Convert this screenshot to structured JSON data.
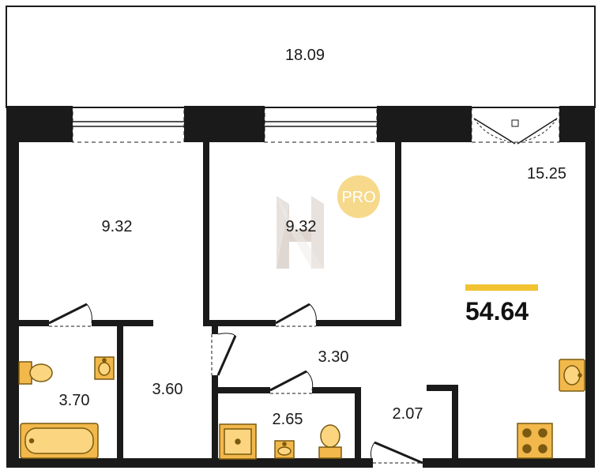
{
  "plan": {
    "total_area": "54.64",
    "badge": "PRO",
    "rooms": {
      "balcony": "18.09",
      "bedroom_left": "9.32",
      "bedroom_middle": "9.32",
      "kitchen_living": "15.25",
      "corridor": "3.30",
      "bathroom": "3.70",
      "hall_left": "3.60",
      "toilet": "2.65",
      "entry_hall": "2.07"
    }
  },
  "colors": {
    "wall": "#1a1a1a",
    "fixture_fill": "#f2b84b",
    "fixture_stroke": "#7a5a10",
    "accent_bar": "#f2c230",
    "badge": "#f6d98a"
  }
}
